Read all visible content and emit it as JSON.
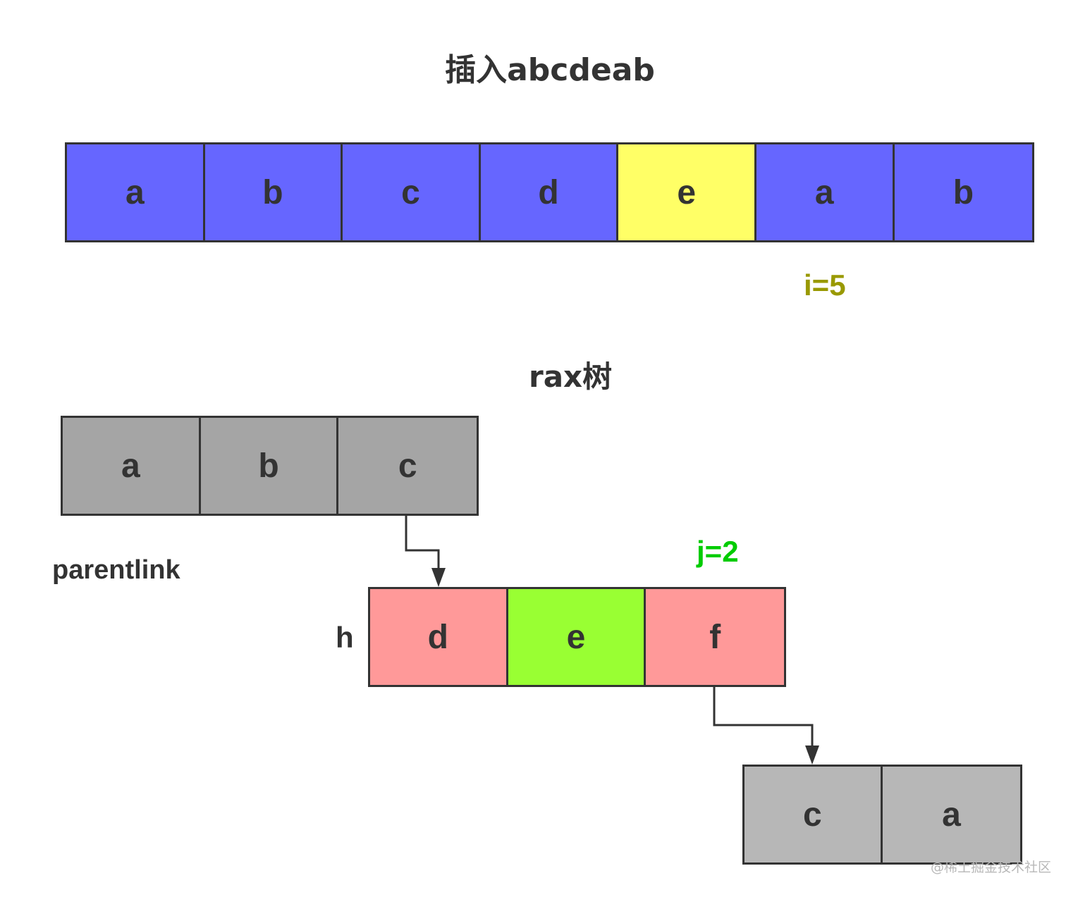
{
  "title": "插入abcdeab",
  "insert_row": {
    "cells": [
      {
        "char": "a",
        "color": "#6666ff"
      },
      {
        "char": "b",
        "color": "#6666ff"
      },
      {
        "char": "c",
        "color": "#6666ff"
      },
      {
        "char": "d",
        "color": "#6666ff"
      },
      {
        "char": "e",
        "color": "#ffff66"
      },
      {
        "char": "a",
        "color": "#6666ff"
      },
      {
        "char": "b",
        "color": "#6666ff"
      }
    ],
    "index_label": "i=5",
    "index_label_color": "#999900"
  },
  "rax_title": "rax树",
  "parent_link_label": "parentlink",
  "node_abc": {
    "cells": [
      {
        "char": "a"
      },
      {
        "char": "b"
      },
      {
        "char": "c"
      }
    ],
    "color": "#a5a5a5"
  },
  "node_def": {
    "side_label": "h",
    "cells": [
      {
        "char": "d",
        "color": "#ff9999"
      },
      {
        "char": "e",
        "color": "#99ff33"
      },
      {
        "char": "f",
        "color": "#ff9999"
      }
    ],
    "index_label": "j=2",
    "index_label_color": "#00cc00"
  },
  "node_ca": {
    "cells": [
      {
        "char": "c"
      },
      {
        "char": "a"
      }
    ],
    "color": "#b7b7b7"
  },
  "watermark": "@稀土掘金技术社区"
}
